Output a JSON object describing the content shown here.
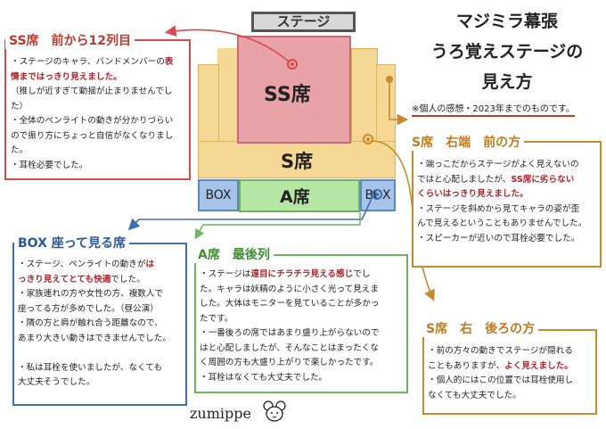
{
  "title": [
    "マジミラ幕張",
    "うろ覚えステージの",
    "見え方"
  ],
  "note": "※個人の感想・2023年までのものです。",
  "venue": {
    "stage": "ステージ",
    "ss": "SS席",
    "s": "S席",
    "a": "A席",
    "box_left": "BOX",
    "box_right": "BOX"
  },
  "cards": {
    "ss_front": {
      "title": "SS席　前から12列目",
      "lines": [
        [
          "・ステージのキャラ、バンドメンバーの",
          {
            "red": "表"
          }
        ],
        [
          {
            "red": "情まではっきり見えました。"
          }
        ],
        [
          "（推しが近すぎて動揺が止まりませんでし"
        ],
        [
          "た）"
        ],
        [
          "・全体のペンライトの動きが分かりづらい"
        ],
        [
          "ので振り方にちょっと自信がなくなりまし"
        ],
        [
          "た。"
        ],
        [
          "・耳栓必要でした。"
        ]
      ]
    },
    "s_right_front": {
      "title": "S席　右端　前の方",
      "lines": [
        [
          "・端っこだからステージがよく見えないの"
        ],
        [
          "ではと心配しましたが、",
          {
            "red": "SS席に劣らない"
          }
        ],
        [
          {
            "red": "くらいはっきり見えました。"
          }
        ],
        [
          "・ステージを斜めから見てキャラの姿が歪"
        ],
        [
          "んで見えるということもありませんでした。"
        ],
        [
          "・スピーカーが近いので耳栓必要でした。"
        ]
      ]
    },
    "box": {
      "title": "BOX 座って見る席",
      "lines": [
        [
          "・ステージ、ペンライトの動きが",
          {
            "red": "は"
          }
        ],
        [
          {
            "red": "っきり見えてとても快適"
          },
          "でした。"
        ],
        [
          "・家族連れの方や女性の方、複数人で"
        ],
        [
          "座ってる方が多めでした。（昼公演）"
        ],
        [
          "・隣の方と肩が触れ合う距離なので、"
        ],
        [
          "あまり大きい動きはできませんでした。"
        ],
        [
          ""
        ],
        [
          "・私は耳栓を使いましたが、なくても"
        ],
        [
          "大丈夫そうでした。"
        ]
      ]
    },
    "a_back": {
      "title": "A席　最後列",
      "lines": [
        [
          "・ステージは",
          {
            "red": "遠目にチラチラ見える感じ"
          },
          "でし"
        ],
        [
          "た。キャラは妖精のように小さく光って見えま"
        ],
        [
          "した。大体はモニターを見ていることが多かっ"
        ],
        [
          "たです。"
        ],
        [
          "・一番後ろの席ではあまり盛り上がらないので"
        ],
        [
          "はと心配しましたが、そんなことはまったくな"
        ],
        [
          "く周囲の方も大盛り上がりで楽しかったです。"
        ],
        [
          "・耳栓はなくても大丈夫でした。"
        ]
      ]
    },
    "s_right_back": {
      "title": "S席　右　後ろの方",
      "lines": [
        [
          "・前の方々の動きでステージが隠れる"
        ],
        [
          "こともありますが、",
          {
            "red": "よく見えました。"
          }
        ],
        [
          "・個人的にはこの位置では耳栓使用し"
        ],
        [
          "なくても大丈夫でした。"
        ]
      ]
    }
  },
  "signature": "zumippe",
  "colors": {
    "ss_border": "#d94a4a",
    "s_border": "#c98a2b",
    "box_border": "#3d6fb3",
    "a_border": "#6bb55a",
    "emphasis": "#b0232a"
  }
}
